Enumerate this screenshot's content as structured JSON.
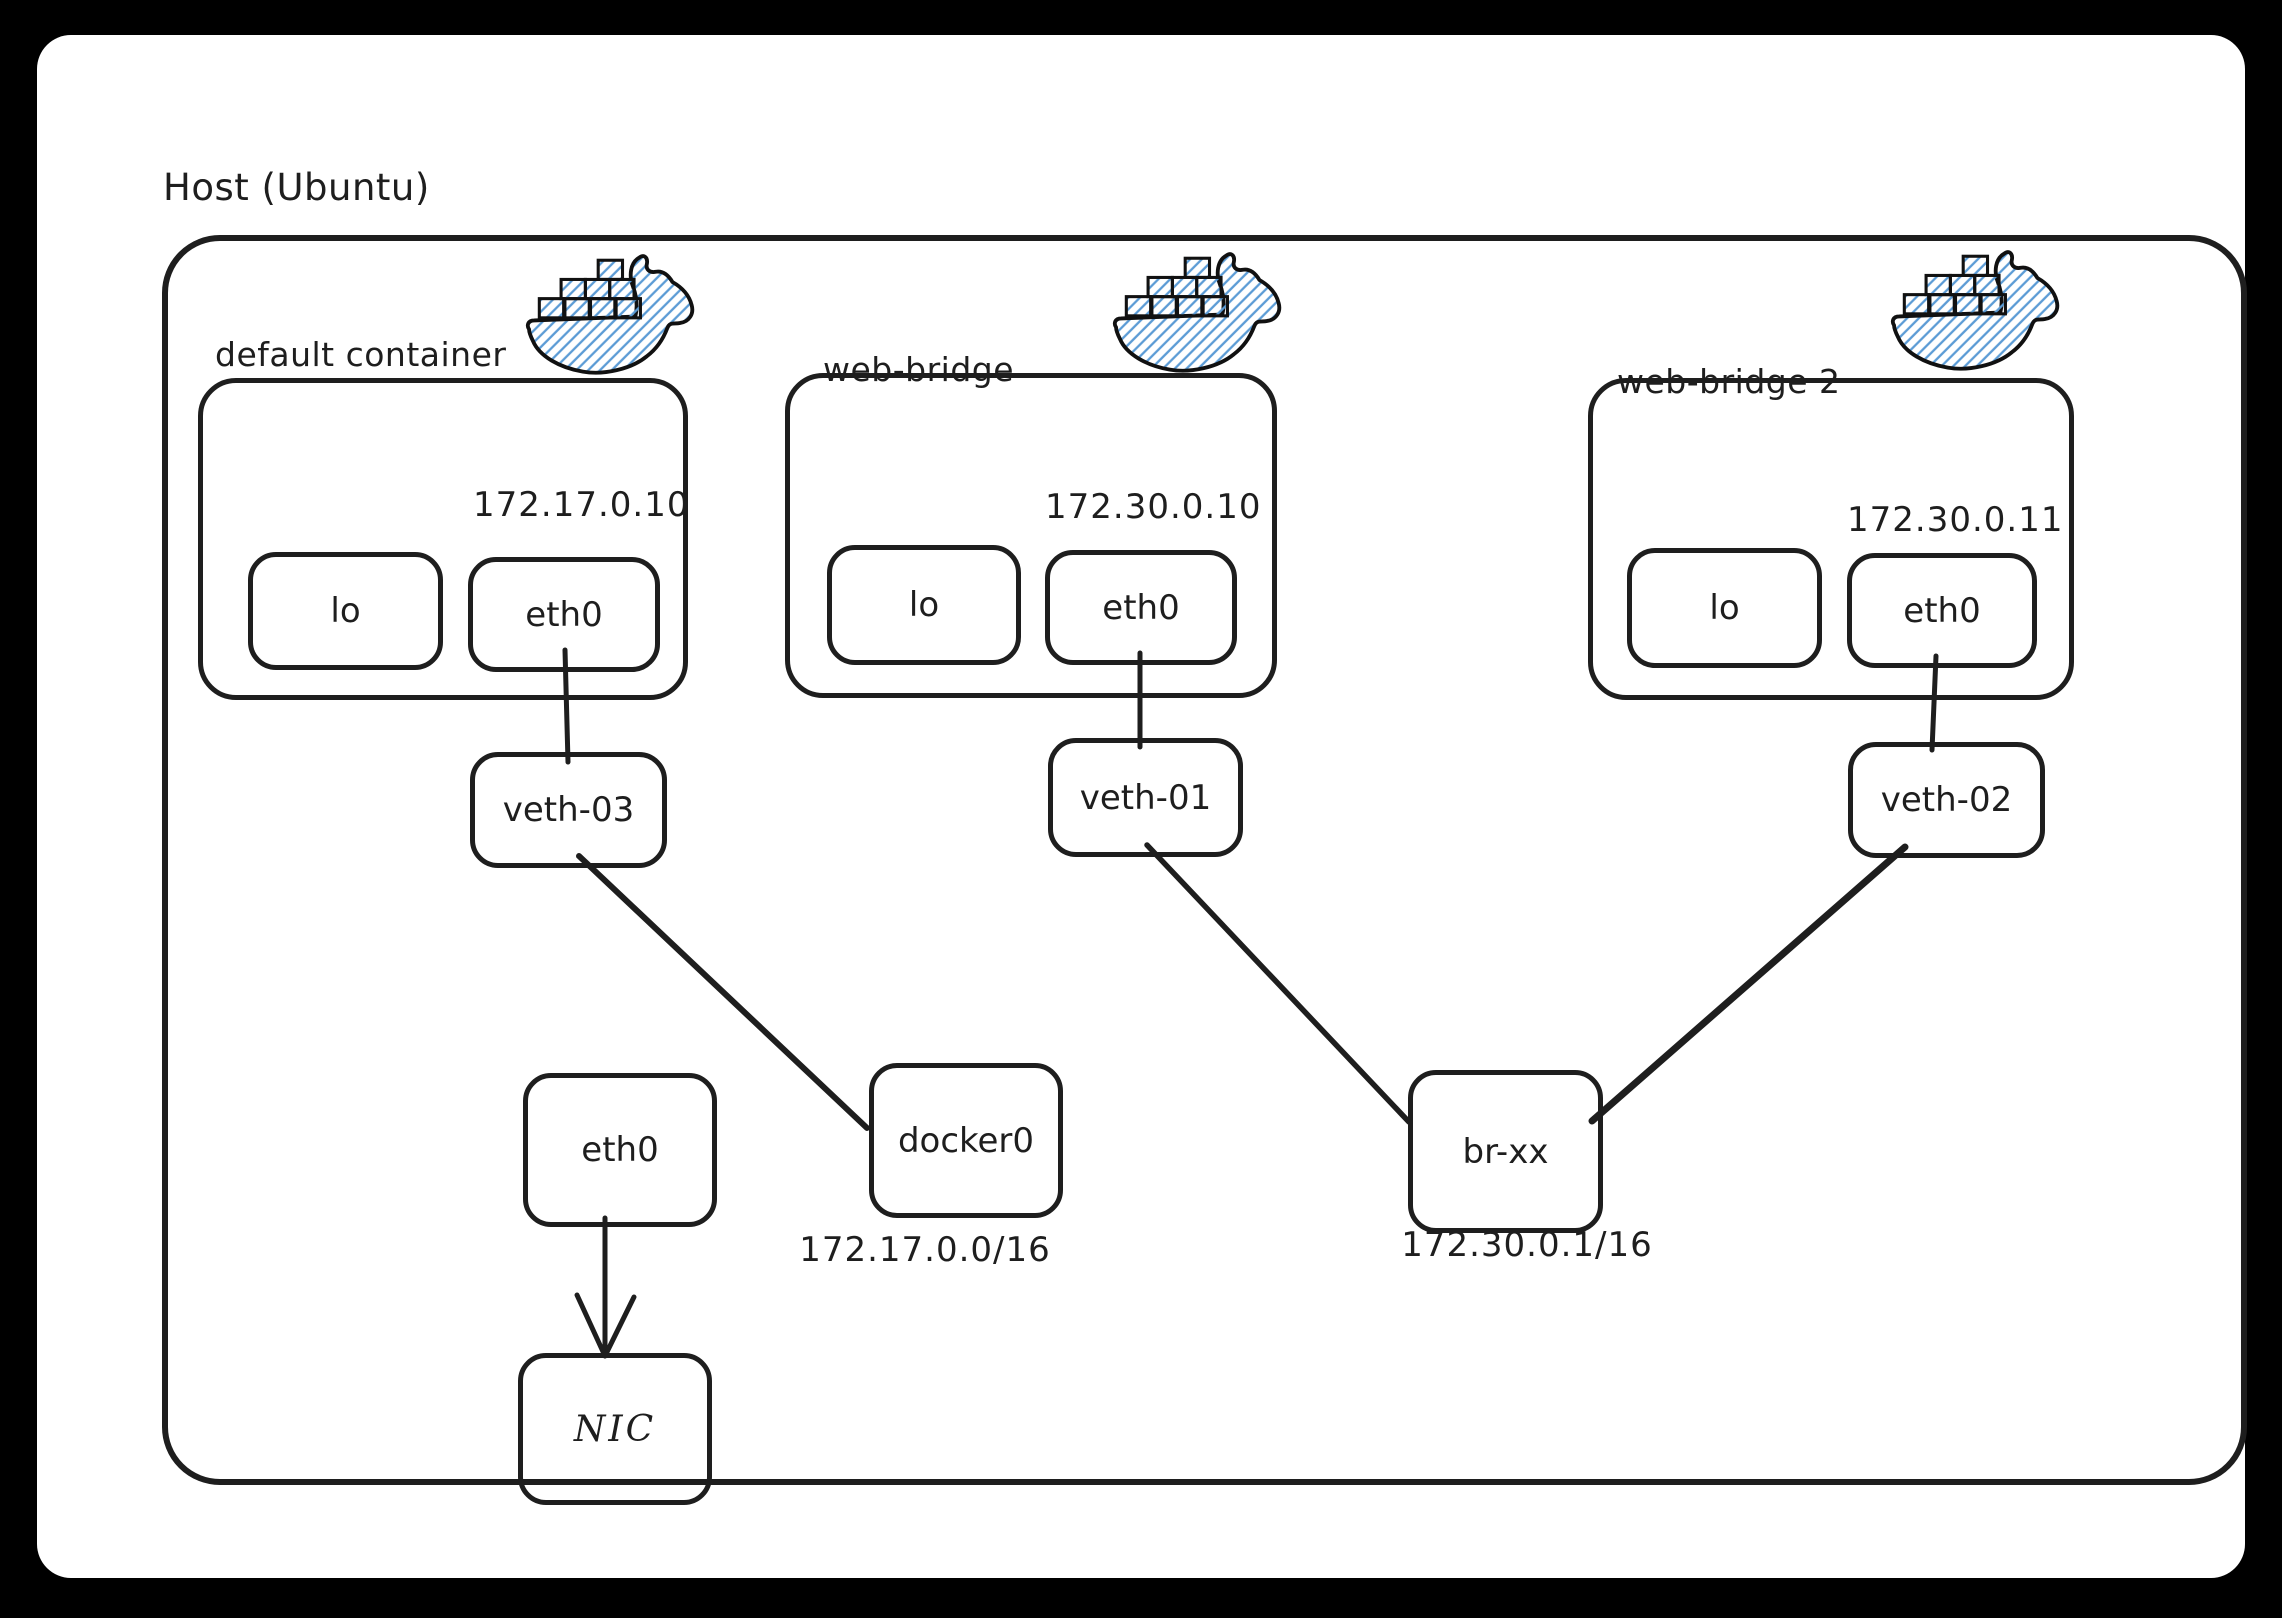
{
  "host": {
    "label": "Host (Ubuntu)"
  },
  "containers": [
    {
      "label": "default container",
      "ip": "172.17.0.10",
      "interfaces": [
        "lo",
        "eth0"
      ]
    },
    {
      "label": "web-bridge",
      "ip": "172.30.0.10",
      "interfaces": [
        "lo",
        "eth0"
      ]
    },
    {
      "label": "web-bridge 2",
      "ip": "172.30.0.11",
      "interfaces": [
        "lo",
        "eth0"
      ]
    }
  ],
  "veths": [
    {
      "label": "veth-03"
    },
    {
      "label": "veth-01"
    },
    {
      "label": "veth-02"
    }
  ],
  "bridges": [
    {
      "label": "docker0",
      "subnet": "172.17.0.0/16"
    },
    {
      "label": "br-xx",
      "subnet": "172.30.0.1/16"
    }
  ],
  "host_interfaces": {
    "eth0": "eth0",
    "nic": "NIC"
  },
  "connections": [
    {
      "from": "default container.eth0",
      "to": "veth-03",
      "style": "line"
    },
    {
      "from": "web-bridge.eth0",
      "to": "veth-01",
      "style": "line"
    },
    {
      "from": "web-bridge 2.eth0",
      "to": "veth-02",
      "style": "line"
    },
    {
      "from": "veth-03",
      "to": "docker0",
      "style": "line"
    },
    {
      "from": "veth-01",
      "to": "br-xx",
      "style": "line"
    },
    {
      "from": "veth-02",
      "to": "br-xx",
      "style": "line"
    },
    {
      "from": "host.eth0",
      "to": "NIC",
      "style": "arrow"
    }
  ],
  "icons": {
    "container_badge": "docker-whale-icon"
  },
  "colors": {
    "background": "#000000",
    "card": "#ffffff",
    "stroke": "#1e1e1e",
    "whale_blue": "#5b9bd5"
  }
}
